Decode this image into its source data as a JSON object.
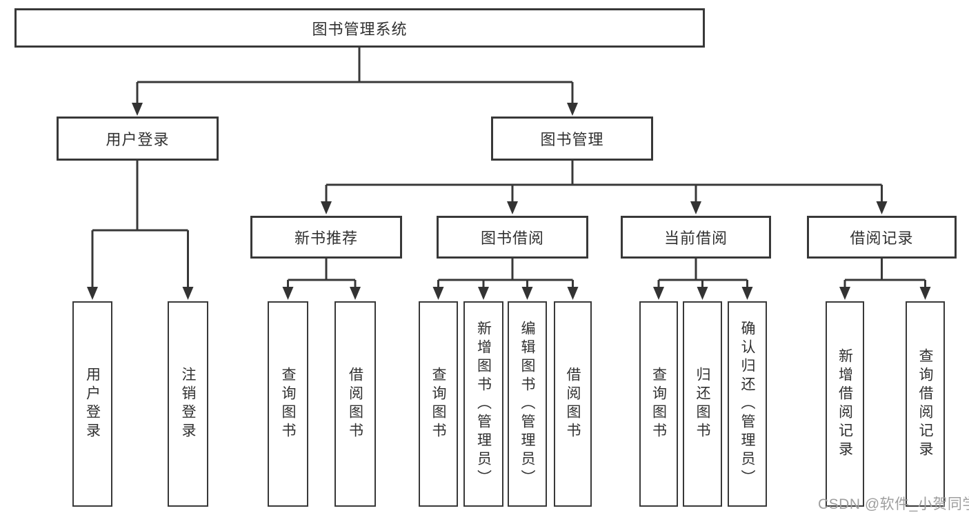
{
  "diagram": {
    "title": "图书管理系统",
    "level2": [
      {
        "label": "用户登录"
      },
      {
        "label": "图书管理"
      }
    ],
    "level3": [
      {
        "label": "新书推荐"
      },
      {
        "label": "图书借阅"
      },
      {
        "label": "当前借阅"
      },
      {
        "label": "借阅记录"
      }
    ],
    "leaves": {
      "user_login": [
        "用户登录",
        "注销登录"
      ],
      "new_book_recommend": [
        "查询图书",
        "借阅图书"
      ],
      "book_borrow": [
        "查询图书",
        "新增图书（管理员）",
        "编辑图书（管理员）",
        "借阅图书"
      ],
      "current_borrow": [
        "查询图书",
        "归还图书",
        "确认归还（管理员）"
      ],
      "borrow_records": [
        "新增借阅记录",
        "查询借阅记录"
      ]
    },
    "colors": {
      "line": "#383838",
      "box_border": "#383838",
      "box_fill": "#ffffff",
      "text": "#303030",
      "watermark": "#9e9e9e",
      "background": "#ffffff"
    }
  },
  "watermark": {
    "text": "CSDN @软件_小贺同学"
  }
}
